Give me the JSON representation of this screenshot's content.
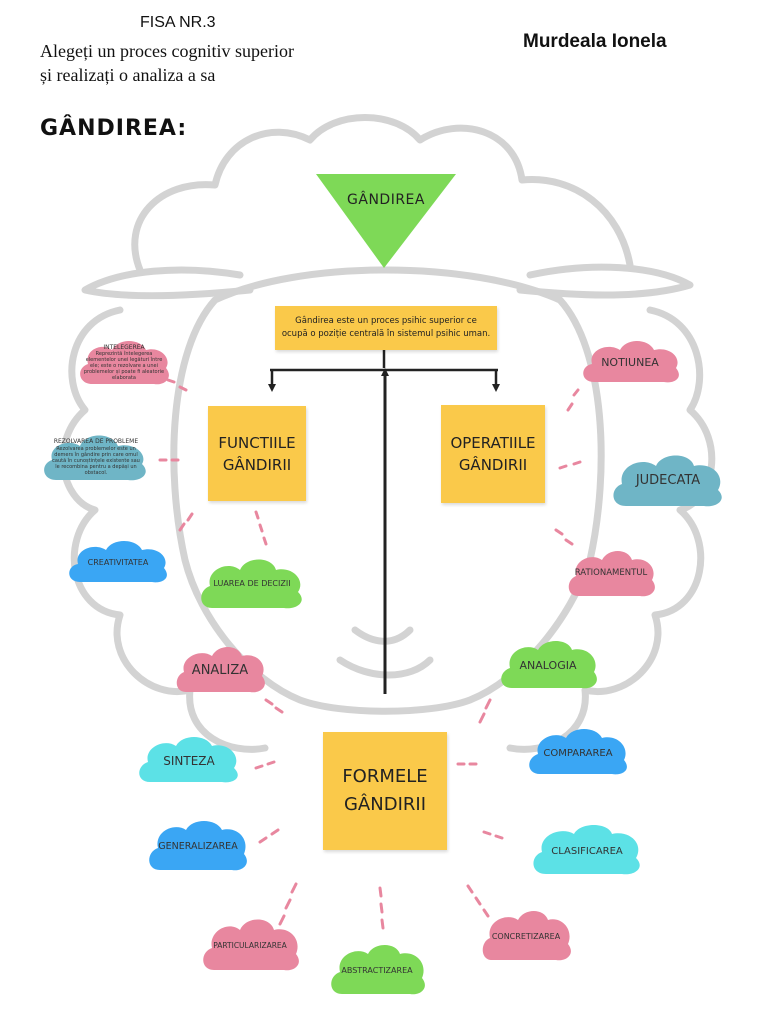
{
  "header": {
    "fisa": "FISA NR.3",
    "task_line1": "Alegeți un proces cognitiv superior",
    "task_line2": "și realizați o analiza a sa",
    "author": "Murdeala Ionela",
    "heading": "GÂNDIREA:"
  },
  "diagram": {
    "title": "GÂNDIREA",
    "definition": "Gândirea este un proces psihic superior ce ocupă o poziție centrală în sistemul psihic uman.",
    "functions_box": [
      "FUNCTIILE",
      "GÂNDIRII"
    ],
    "operations_box": [
      "OPERATIILE",
      "GÂNDIRII"
    ],
    "forms_box": [
      "FORMELE",
      "GÂNDIRII"
    ],
    "functions": {
      "intelegerea_title": "INTELEGEREA",
      "intelegerea_text": "Reprezintă întelegerea elementelor unei legături între ele; este o rezolvare a unei problemelor și poate fi aleatorie elaborata",
      "rezolvare_title": "REZOLVAREA DE PROBLEME",
      "rezolvare_text": "Rezolvarea problemelor este un demers în gândire prin care omul caută în cunoștințele existente sau le recombina pentru a depăși un obstacol.",
      "creativitatea": "CREATIVITATEA",
      "luarea_deciziei": "LUAREA DE DECIZII"
    },
    "operations": {
      "notiunea": "NOTIUNEA",
      "judecata": "JUDECATA",
      "rationamentul": "RATIONAMENTUL"
    },
    "forms": {
      "analiza": "ANALIZA",
      "sinteza": "SINTEZA",
      "generalizarea": "GENERALIZAREA",
      "particularizarea": "PARTICULARIZAREA",
      "abstractizarea": "ABSTRACTIZAREA",
      "concretizarea": "CONCRETIZAREA",
      "clasificarea": "CLASIFICAREA",
      "compararea": "COMPARAREA",
      "analogia": "ANALOGIA"
    }
  },
  "colors": {
    "pink": "#e8879f",
    "blue": "#3aa6f4",
    "teal": "#6fb5c6",
    "green": "#7ed957",
    "cyan": "#5ce1e6",
    "yellow": "#fac94a",
    "outline": "#d3d3d3"
  }
}
